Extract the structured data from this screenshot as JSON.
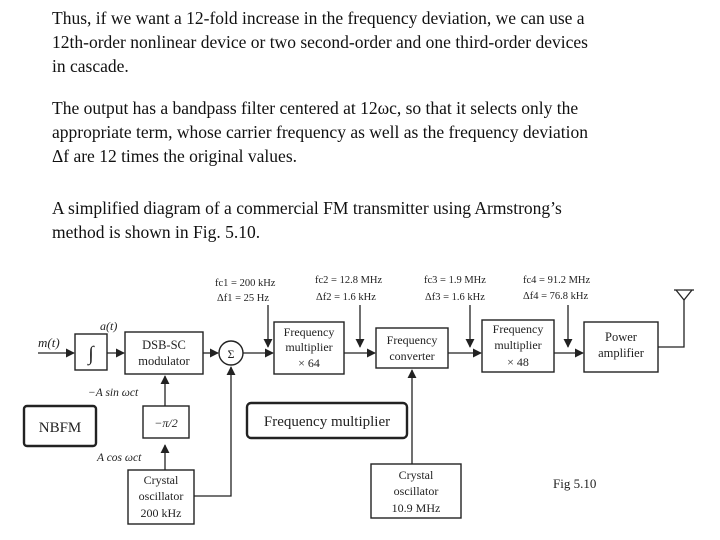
{
  "text": {
    "p1": [
      "Thus, if we want a 12-fold increase in the frequency deviation, we can use a",
      "12th-order nonlinear device or two second-order and one third-order devices",
      "in cascade."
    ],
    "p2": [
      "The output has a bandpass filter centered at 12ωc, so that it selects only the",
      "appropriate term, whose carrier frequency as well as the frequency deviation",
      "Δf are 12 times the original values."
    ],
    "p3": [
      "A simplified diagram of a commercial FM transmitter using Armstrong’s",
      "method is shown in Fig. 5.10."
    ]
  },
  "diagram": {
    "labels": {
      "fc1": "fc1 = 200 kHz",
      "df1": "Δf1 = 25 Hz",
      "fc2": "fc2 = 12.8 MHz",
      "df2": "Δf2 = 1.6 kHz",
      "fc3": "fc3 = 1.9 MHz",
      "df3": "Δf3 = 1.6 kHz",
      "fc4": "fc4 = 91.2 MHz",
      "df4": "Δf4 = 76.8 kHz",
      "mt": "m(t)",
      "at": "a(t)",
      "integrator": "∫",
      "sum": "Σ",
      "dsb1": "DSB-SC",
      "dsb2": "modulator",
      "sin": "−A sin ωct",
      "cos": "A cos ωct",
      "phase": "−π/2",
      "nbfm": "NBFM",
      "freqmult_long": "Frequency multiplier",
      "fm64_1": "Frequency",
      "fm64_2": "multiplier",
      "fm64_3": "× 64",
      "conv1": "Frequency",
      "conv2": "converter",
      "fm48_1": "Frequency",
      "fm48_2": "multiplier",
      "fm48_3": "× 48",
      "pa1": "Power",
      "pa2": "amplifier",
      "osc1_1": "Crystal",
      "osc1_2": "oscillator",
      "osc1_3": "200 kHz",
      "osc2_1": "Crystal",
      "osc2_2": "oscillator",
      "osc2_3": "10.9 MHz",
      "figlabel": "Fig 5.10"
    },
    "colors": {
      "figlabel": "#c00000"
    }
  }
}
